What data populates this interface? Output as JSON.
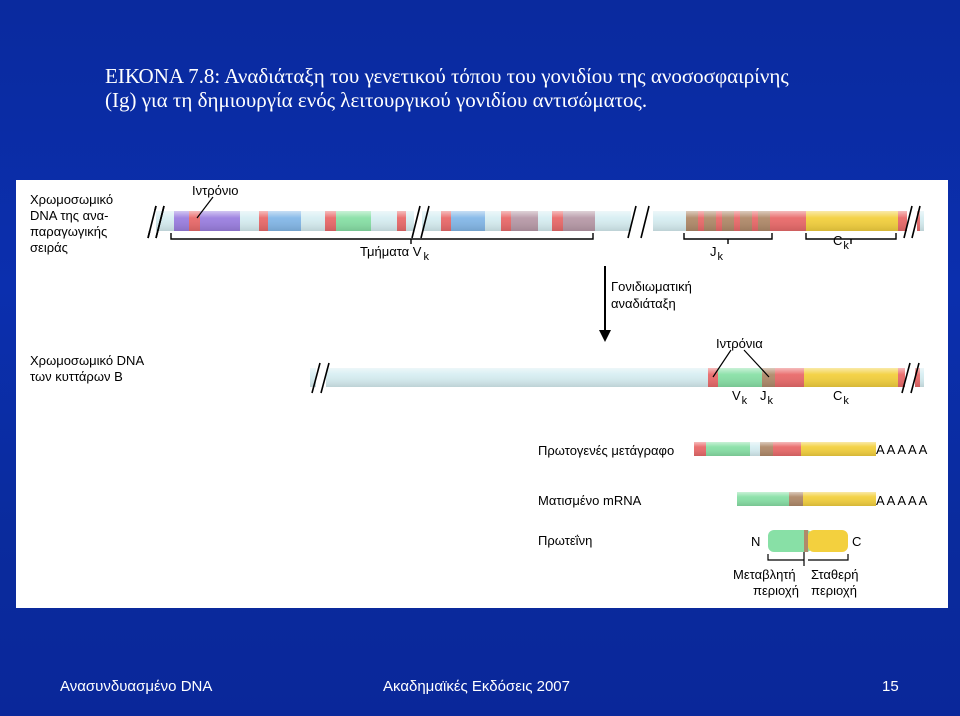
{
  "slide": {
    "title_line1": "ΕΙΚΟΝΑ 7.8: Αναδιάταξη του γενετικού τόπου του γονιδίου της ανοσοσφαιρίνης",
    "title_line2": "(Ig) για τη δημιουργία ενός λειτουργικού γονιδίου αντισώματος."
  },
  "figure": {
    "germline_label": [
      "Χρωμοσωμικό",
      "DNA της ανα-",
      "παραγωγικής",
      "σειράς"
    ],
    "intron_label": "Ιντρόνιο",
    "v_segments_label": "Τμήματα V",
    "v_sub": "k",
    "j_label": "J",
    "j_sub": "k",
    "c_label": "C",
    "c_sub": "k",
    "rearrangement_label": [
      "Γονιδιωματική",
      "αναδιάταξη"
    ],
    "bcell_label": [
      "Χρωμοσωμικό DNA",
      "των κυττάρων B"
    ],
    "introns_label": "Ιντρόνια",
    "primary_transcript_label": "Πρωτογενές μετάγραφο",
    "spliced_mrna_label": "Ματισμένο mRNA",
    "protein_label": "Πρωτεΐνη",
    "polya": "AAAAA",
    "n_label": "N",
    "c_term_label": "C",
    "variable_label": [
      "Μεταβλητή",
      "περιοχή"
    ],
    "constant_label": [
      "Σταθερή",
      "περιοχή"
    ]
  },
  "colors": {
    "background": "#0a2ba0",
    "purple": "#9b7fe0",
    "red": "#e96a6a",
    "green": "#88e0a6",
    "blue": "#84b8e8",
    "mauve": "#b89aa8",
    "brown": "#b08a6a",
    "yellow": "#f3d03e",
    "dna": "#d7eef2"
  },
  "footer": {
    "left": "Ανασυνδυασμένο DNA",
    "center": "Ακαδημαϊκές Εκδόσεις 2007",
    "page": "15"
  }
}
